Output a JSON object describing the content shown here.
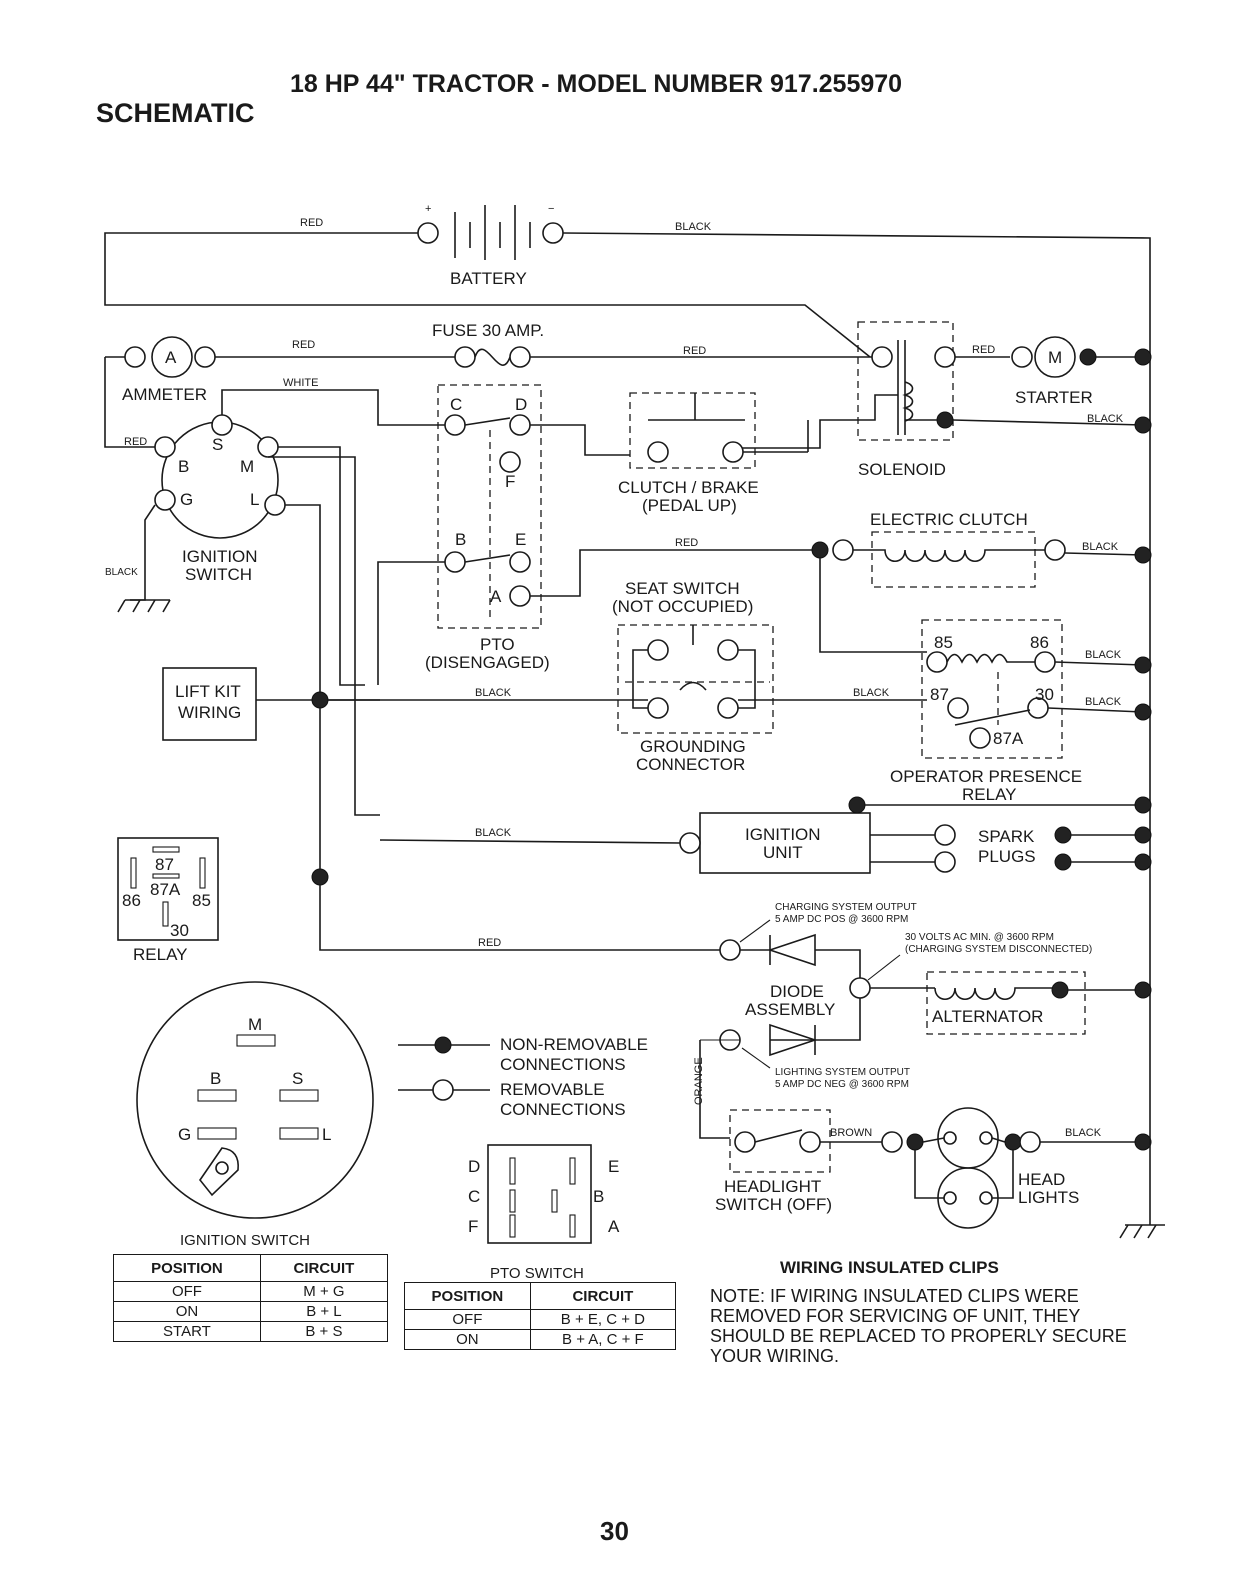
{
  "header": {
    "title": "18 HP 44\" TRACTOR - MODEL NUMBER 917.255970",
    "subtitle": "SCHEMATIC"
  },
  "labels": {
    "battery": "BATTERY",
    "fuse": "FUSE 30 AMP.",
    "ammeter": "AMMETER",
    "ignition_switch_1": "IGNITION",
    "ignition_switch_2": "SWITCH",
    "starter": "STARTER",
    "solenoid": "SOLENOID",
    "clutch_brake_1": "CLUTCH / BRAKE",
    "clutch_brake_2": "(PEDAL UP)",
    "electric_clutch": "ELECTRIC CLUTCH",
    "seat_switch_1": "SEAT SWITCH",
    "seat_switch_2": "(NOT OCCUPIED)",
    "pto_1": "PTO",
    "pto_2": "(DISENGAGED)",
    "lift_kit_1": "LIFT KIT",
    "lift_kit_2": "WIRING",
    "grounding_1": "GROUNDING",
    "grounding_2": "CONNECTOR",
    "opr_1": "OPERATOR PRESENCE",
    "opr_2": "RELAY",
    "ignition_unit_1": "IGNITION",
    "ignition_unit_2": "UNIT",
    "spark_1": "SPARK",
    "spark_2": "PLUGS",
    "relay": "RELAY",
    "charging_1": "CHARGING SYSTEM OUTPUT",
    "charging_2": "5 AMP DC POS  @ 3600 RPM",
    "disc_1": "30 VOLTS AC MIN. @ 3600 RPM",
    "disc_2": "(CHARGING SYSTEM DISCONNECTED)",
    "diode_1": "DIODE",
    "diode_2": "ASSEMBLY",
    "alternator": "ALTERNATOR",
    "lighting_1": "LIGHTING SYSTEM OUTPUT",
    "lighting_2": "5 AMP DC NEG  @ 3600 RPM",
    "headlight_sw_1": "HEADLIGHT",
    "headlight_sw_2": "SWITCH (OFF)",
    "head_lights_1": "HEAD",
    "head_lights_2": "LIGHTS",
    "legend_nonrem_1": "NON-REMOVABLE",
    "legend_nonrem_2": "CONNECTIONS",
    "legend_rem_1": "REMOVABLE",
    "legend_rem_2": "CONNECTIONS",
    "orange": "ORANGE",
    "brown": "BROWN",
    "red": "RED",
    "black": "BLACK",
    "white": "WHITE"
  },
  "terminals": {
    "A": "A",
    "B": "B",
    "C": "C",
    "D": "D",
    "E": "E",
    "F": "F",
    "S": "S",
    "M": "M",
    "G": "G",
    "L": "L",
    "r85": "85",
    "r86": "86",
    "r87": "87",
    "r30": "30",
    "r87a": "87A"
  },
  "ignition_table": {
    "caption": "IGNITION SWITCH",
    "headers": [
      "POSITION",
      "CIRCUIT"
    ],
    "rows": [
      [
        "OFF",
        "M + G"
      ],
      [
        "ON",
        "B + L"
      ],
      [
        "START",
        "B + S"
      ]
    ]
  },
  "pto_table": {
    "caption": "PTO SWITCH",
    "headers": [
      "POSITION",
      "CIRCUIT"
    ],
    "rows": [
      [
        "OFF",
        "B + E, C + D"
      ],
      [
        "ON",
        "B + A, C + F"
      ]
    ]
  },
  "note": {
    "heading": "WIRING INSULATED CLIPS",
    "text": "NOTE: IF WIRING INSULATED CLIPS WERE REMOVED FOR SERVICING OF UNIT, THEY SHOULD BE REPLACED TO PROPERLY SECURE YOUR WIRING."
  },
  "page_number": "30"
}
